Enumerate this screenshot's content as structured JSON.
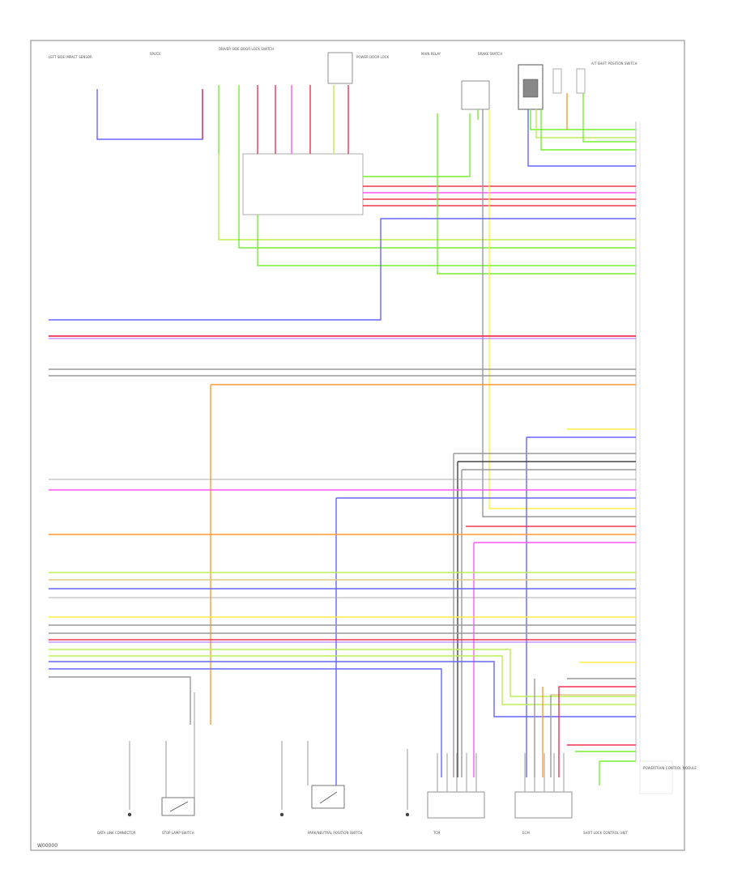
{
  "diagram": {
    "footer_code": "W00000",
    "colors": {
      "frame": "#888888",
      "wire_blue": "#6666ff",
      "wire_red": "#ee3355",
      "wire_green": "#77ee33",
      "wire_yellow": "#ffee44",
      "wire_orange": "#ff9933",
      "wire_pink": "#ff55ff",
      "wire_gray": "#999999",
      "wire_black": "#444444",
      "wire_lime": "#bbee55",
      "wire_tan": "#ddcc88",
      "wire_purple": "#aa66ff",
      "wire_teal": "#33aa88"
    },
    "top_components": [
      "LEFT SIDE IMPACT SENSOR",
      "SPLICE",
      "DRIVER SIDE DOOR LOCK SWITCH",
      "POWER DOOR LOCK",
      "MAIN RELAY",
      "BRAKE SWITCH",
      "A/T SHIFT POSITION SWITCH"
    ],
    "bottom_components": [
      "DATA LINK CONNECTOR",
      "STOP LAMP SWITCH",
      "PARK/NEUTRAL POSITION SWITCH",
      "TCM",
      "ECM",
      "SHIFT LOCK CONTROL UNIT"
    ],
    "right_module_label": "POWERTRAIN CONTROL MODULE"
  }
}
